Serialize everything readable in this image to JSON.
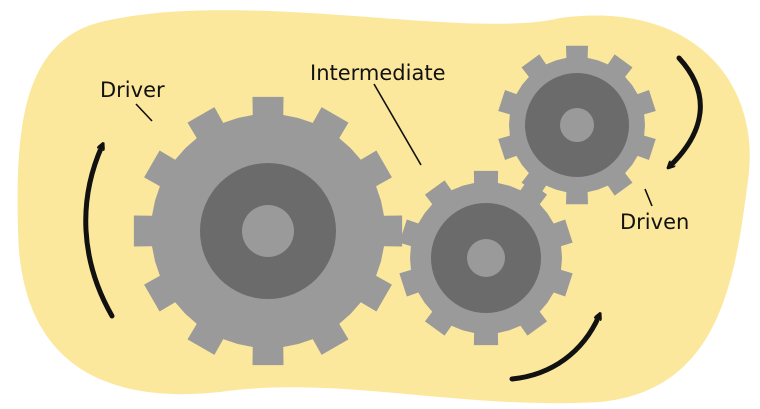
{
  "labels": {
    "driver": "Driver",
    "intermediate": "Intermediate",
    "driven": "Driven"
  },
  "colors": {
    "background_blob": "#fbe89c",
    "gear_outer": "#9a9a9a",
    "gear_inner": "#6b6b6b",
    "gear_hub": "#9a9a9a",
    "arrow": "#111111",
    "leader_line": "#111111"
  }
}
